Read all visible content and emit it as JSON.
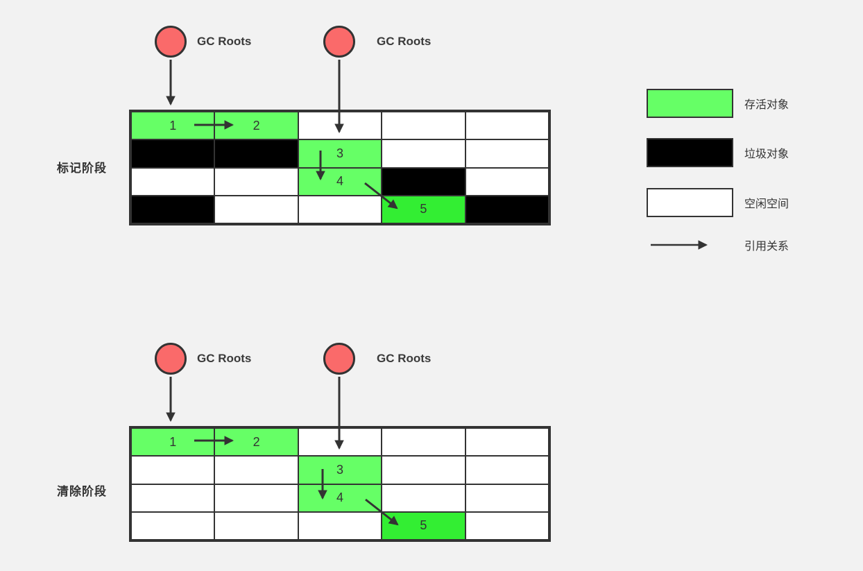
{
  "colors": {
    "background": "#f2f2f2",
    "stroke": "#333333",
    "live": "#66ff66",
    "live_bright": "#33ee33",
    "garbage": "#000000",
    "free": "#ffffff",
    "root": "#fa6a6a"
  },
  "legend": {
    "items": [
      {
        "type": "live",
        "label": "存活对象"
      },
      {
        "type": "garbage",
        "label": "垃圾对象"
      },
      {
        "type": "free",
        "label": "空闲空间"
      },
      {
        "type": "arrow",
        "label": "引用关系"
      }
    ]
  },
  "phases": [
    {
      "id": "mark",
      "label": "标记阶段",
      "roots": [
        {
          "label": "GC Roots",
          "points_to": "1"
        },
        {
          "label": "GC Roots",
          "points_to": "3"
        }
      ],
      "references": [
        "1→2",
        "3→4",
        "4→5"
      ],
      "grid": [
        [
          {
            "state": "live",
            "label": "1"
          },
          {
            "state": "live",
            "label": "2"
          },
          {
            "state": "free",
            "label": ""
          },
          {
            "state": "free",
            "label": ""
          },
          {
            "state": "free",
            "label": ""
          }
        ],
        [
          {
            "state": "garbage",
            "label": ""
          },
          {
            "state": "garbage",
            "label": ""
          },
          {
            "state": "live",
            "label": "3"
          },
          {
            "state": "free",
            "label": ""
          },
          {
            "state": "free",
            "label": ""
          }
        ],
        [
          {
            "state": "free",
            "label": ""
          },
          {
            "state": "free",
            "label": ""
          },
          {
            "state": "live",
            "label": "4"
          },
          {
            "state": "garbage",
            "label": ""
          },
          {
            "state": "free",
            "label": ""
          }
        ],
        [
          {
            "state": "garbage",
            "label": ""
          },
          {
            "state": "free",
            "label": ""
          },
          {
            "state": "free",
            "label": ""
          },
          {
            "state": "live-bright",
            "label": "5"
          },
          {
            "state": "garbage",
            "label": ""
          }
        ]
      ]
    },
    {
      "id": "sweep",
      "label": "清除阶段",
      "roots": [
        {
          "label": "GC Roots",
          "points_to": "1"
        },
        {
          "label": "GC Roots",
          "points_to": "3"
        }
      ],
      "references": [
        "1→2",
        "3→4",
        "4→5"
      ],
      "grid": [
        [
          {
            "state": "live",
            "label": "1"
          },
          {
            "state": "live",
            "label": "2"
          },
          {
            "state": "free",
            "label": ""
          },
          {
            "state": "free",
            "label": ""
          },
          {
            "state": "free",
            "label": ""
          }
        ],
        [
          {
            "state": "free",
            "label": ""
          },
          {
            "state": "free",
            "label": ""
          },
          {
            "state": "live",
            "label": "3"
          },
          {
            "state": "free",
            "label": ""
          },
          {
            "state": "free",
            "label": ""
          }
        ],
        [
          {
            "state": "free",
            "label": ""
          },
          {
            "state": "free",
            "label": ""
          },
          {
            "state": "live",
            "label": "4"
          },
          {
            "state": "free",
            "label": ""
          },
          {
            "state": "free",
            "label": ""
          }
        ],
        [
          {
            "state": "free",
            "label": ""
          },
          {
            "state": "free",
            "label": ""
          },
          {
            "state": "free",
            "label": ""
          },
          {
            "state": "live-bright",
            "label": "5"
          },
          {
            "state": "free",
            "label": ""
          }
        ]
      ]
    }
  ]
}
